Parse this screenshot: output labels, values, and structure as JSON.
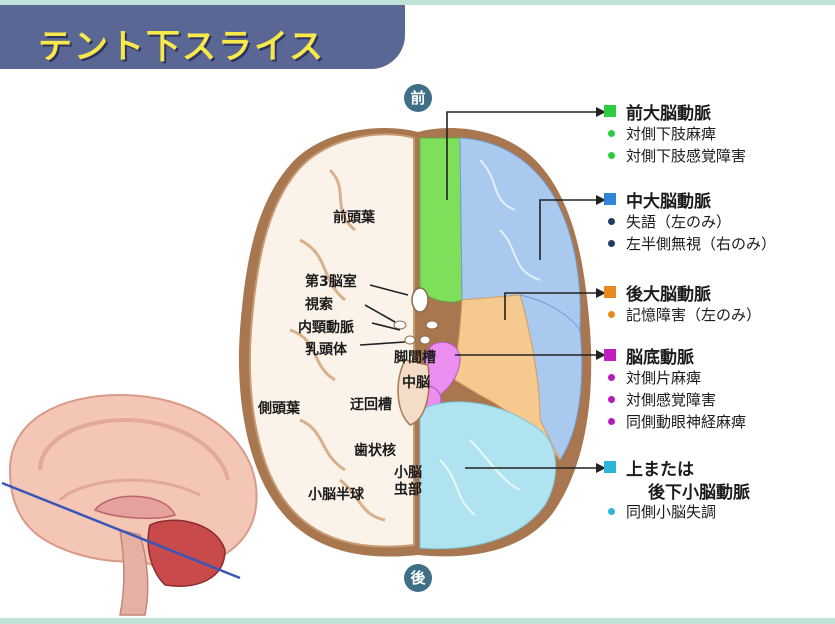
{
  "title": "テント下スライス",
  "directions": {
    "front": "前",
    "back": "後"
  },
  "structure_labels": {
    "frontal_lobe": "前頭葉",
    "third_ventricle": "第3脳室",
    "optic_chiasm": "視索",
    "internal_carotid": "内頸動脈",
    "mammillary": "乳頭体",
    "interpeduncular": "脚間槽",
    "midbrain": "中脳",
    "temporal_lobe": "側頭葉",
    "ambient_cistern": "迂回槽",
    "dentate": "歯状核",
    "cerebellar_hemisphere": "小脳半球",
    "vermis_line1": "小脳",
    "vermis_line2": "虫部"
  },
  "legend": [
    {
      "color": "#2ecc40",
      "title": "前大脳動脈",
      "items": [
        "対側下肢麻痺",
        "対側下肢感覚障害"
      ]
    },
    {
      "color": "#2f86d8",
      "title": "中大脳動脈",
      "items": [
        "失語（左のみ）",
        "左半側無視（右のみ）"
      ]
    },
    {
      "color": "#e8891e",
      "title": "後大脳動脈",
      "items": [
        "記憶障害（左のみ）"
      ]
    },
    {
      "color": "#c31cc3",
      "title": "脳底動脈",
      "items": [
        "対側片麻痺",
        "対側感覚障害",
        "同側動眼神経麻痺"
      ]
    },
    {
      "color": "#2bb5d9",
      "title": "上または",
      "title2": "後下小脳動脈",
      "items": [
        "同側小脳失調"
      ]
    }
  ],
  "colors": {
    "aca": "#7ee05a",
    "mca": "#a9c9ef",
    "pca": "#f6c98e",
    "basilar": "#ec8ef0",
    "cerebellar": "#aee3ef",
    "brain_white": "#fbf3ea",
    "cortex": "#b7845a"
  }
}
